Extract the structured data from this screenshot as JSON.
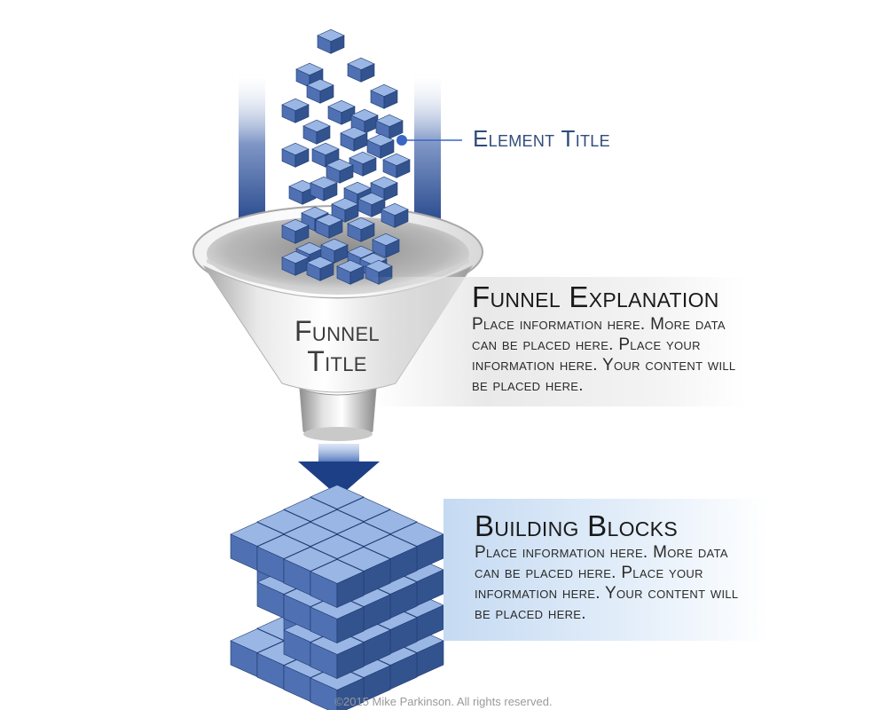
{
  "element": {
    "title": "Element Title"
  },
  "funnel": {
    "title_line1": "Funnel",
    "title_line2": "Title"
  },
  "explanation": {
    "title": "Funnel Explanation",
    "body": "Place information here. More data can be placed here. Place your information here. Your content will be placed here."
  },
  "building_blocks": {
    "title": "Building Blocks",
    "body": "Place information here. More data can be placed here. Place your information here. Your content will be placed here."
  },
  "footer": {
    "copyright": "©2015 Mike Parkinson. All rights reserved."
  },
  "colors": {
    "cube_top": "#9ab6e4",
    "cube_left": "#4f71b3",
    "cube_right": "#33538f",
    "arrow_dark": "#1d3f86",
    "arrow_light": "#ffffff",
    "callout": "#3a66c4",
    "funnel_silver": "#c8c8c8"
  },
  "icons": {
    "falling_cubes": "cube-icon",
    "arrows": "down-arrow-icon",
    "funnel": "funnel-icon",
    "block_stack": "cube-stack-icon"
  }
}
